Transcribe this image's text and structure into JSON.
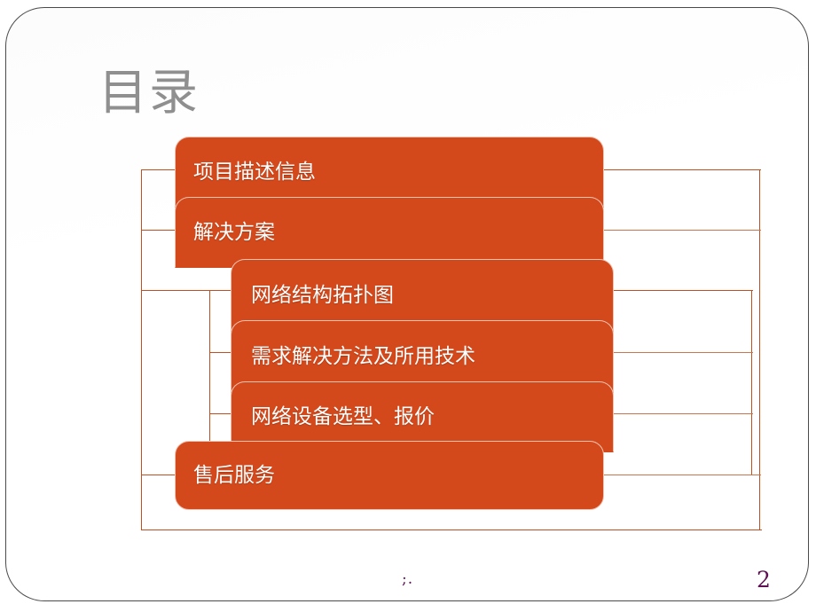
{
  "slide": {
    "title": "目录",
    "page_number": "2",
    "footer_mark": ";.",
    "accent_color": "#D4491B",
    "connector_color": "#C2501F",
    "title_color": "#8F8F8F",
    "page_number_color": "#5E1052",
    "frame_border_color": "#4A4A4A"
  },
  "outline": {
    "items": [
      {
        "label": "项目描述信息",
        "level": 1
      },
      {
        "label": "解决方案",
        "level": 1
      },
      {
        "label": "网络结构拓扑图",
        "level": 2
      },
      {
        "label": "需求解决方法及所用技术",
        "level": 2
      },
      {
        "label": "网络设备选型、报价",
        "level": 2
      },
      {
        "label": "售后服务",
        "level": 1
      }
    ]
  }
}
